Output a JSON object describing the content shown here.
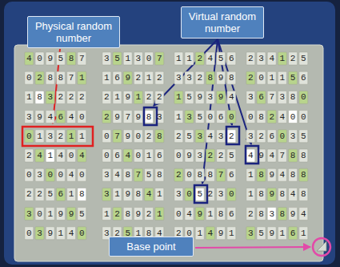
{
  "diagram": {
    "nodes": [
      {
        "text": [
          "Physical random number"
        ]
      },
      {
        "text": [
          "Virtual random number"
        ]
      },
      {
        "text": [
          "Base point"
        ]
      }
    ],
    "labels": [
      "4 0 9 5 8 7",
      "3 5 1 3 0 7",
      "1 1 2 4 5 6",
      "2 3 4 1 2 5",
      "0 2 8 8 7 1",
      "1 6 9 2 1 2",
      "3 3 2 8 9 8",
      "2 0 1 1 5 6",
      "1 8 3 2 2 2",
      "2 1 9 1 2 2",
      "1 5 9 3 9 4",
      "3 6 7 3 8 0",
      "3 9 4 6 4 0",
      "2 9 7 9 8 3",
      "1 3 5 0 6 0",
      "0 8 2 4 0 0",
      "0 1 3 2 1 1",
      "0 7 9 0 2 8",
      "2 5 3 4 3 2",
      "3 2 6 0 3 5",
      "2 4 1 4 0 4",
      "0 6 4 0 1 6",
      "0 9 3 2 2 5",
      "4 9 4 7 8 8",
      "0 3 0 0 4 0",
      "3 4 8 7 5 8",
      "2 0 8 8 7 6",
      "1 8 9 4 8 8",
      "2 2 5 6 1 8",
      "3 1 9 8 4 1",
      "3 0 5 2 3 0",
      "1 8 9 8 4 8",
      "3 0 1 9 9 5",
      "1 2 8 9 2 1",
      "0 4 9 1 8 6",
      "2 8 3 8 9 4",
      "0 3 9 1 4 0",
      "3 2 5 1 8 4",
      "2 0 1 4 9 1",
      "3 5 9 1 6 1"
    ]
  }
}
